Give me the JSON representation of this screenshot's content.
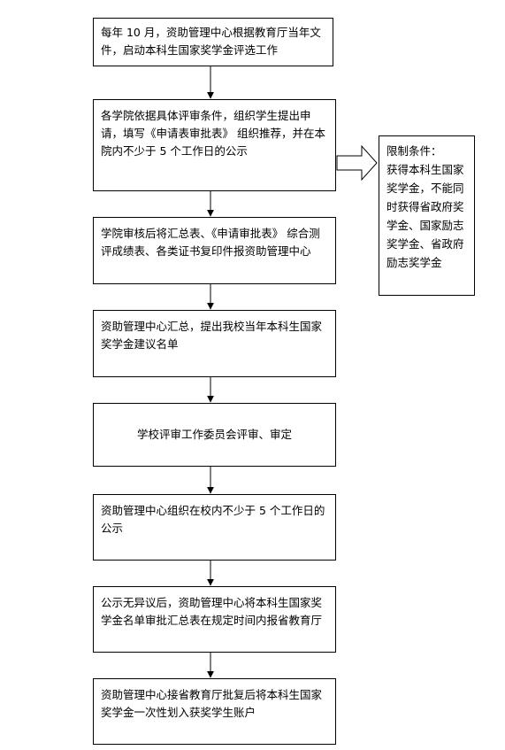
{
  "steps": [
    "每年 10 月，资助管理中心根据教育厅当年文件，启动本科生国家奖学金评选工作",
    "各学院依据具体评审条件，组织学生提出申请，填写《申请表审批表》 组织推荐，并在本院内不少于 5 个工作日的公示",
    "学院审核后将汇总表、《申请审批表》 综合测评成绩表、各类证书复印件报资助管理中心",
    "资助管理中心汇总，提出我校当年本科生国家奖学金建议名单",
    "学校评审工作委员会评审、审定",
    "资助管理中心组织在校内不少于 5 个工作日的公示",
    "公示无异议后，资助管理中心将本科生国家奖学金名单审批汇总表在规定时间内报省教育厅",
    "资助管理中心接省教育厅批复后将本科生国家奖学金一次性划入获奖学生账户"
  ],
  "side_note": {
    "title": "限制条件：",
    "body": "获得本科生国家奖学金，不能同时获得省政府奖学金、国家励志奖学金、省政府励志奖学金"
  }
}
